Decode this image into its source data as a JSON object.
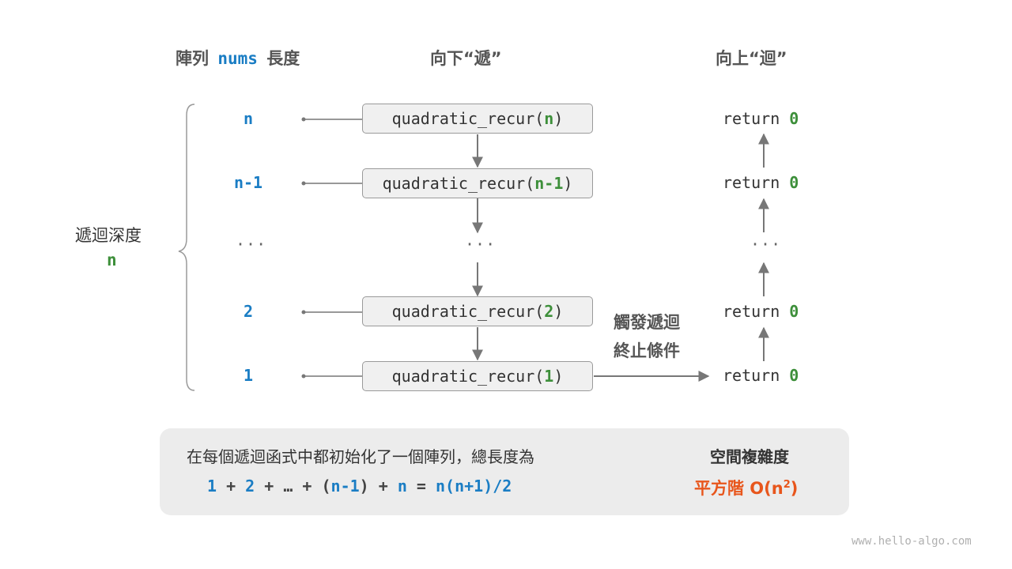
{
  "headers": {
    "array_prefix": "陣列",
    "array_var": "nums",
    "array_suffix": "長度",
    "down": "向下“遞”",
    "up": "向上“迴”"
  },
  "depth": {
    "label": "遞迴深度",
    "value": "n"
  },
  "levels": [
    {
      "param": "n",
      "call_prefix": "quadratic_recur(",
      "call_arg": "n",
      "call_suffix": ")",
      "ret_text": "return ",
      "ret_val": "0"
    },
    {
      "param": "n-1",
      "call_prefix": "quadratic_recur(",
      "call_arg": "n-1",
      "call_suffix": ")",
      "ret_text": "return ",
      "ret_val": "0"
    },
    {
      "param": "2",
      "call_prefix": "quadratic_recur(",
      "call_arg": "2",
      "call_suffix": ")",
      "ret_text": "return ",
      "ret_val": "0"
    },
    {
      "param": "1",
      "call_prefix": "quadratic_recur(",
      "call_arg": "1",
      "call_suffix": ")",
      "ret_text": "return ",
      "ret_val": "0"
    }
  ],
  "ellipsis": "···",
  "terminate": {
    "line1": "觸發遞迴",
    "line2": "終止條件"
  },
  "summary": {
    "text": "在每個遞迴函式中都初始化了一個陣列，總長度為",
    "f1": "1",
    "f_plus1": " + ",
    "f2": "2",
    "f_plus2": " + … + (",
    "f3": "n-1",
    "f_plus3": ") + ",
    "f4": "n",
    "f_eq": " = ",
    "f5": "n(n+1)/2"
  },
  "space": {
    "title": "空間複雜度",
    "value_prefix": "平方階 O(n",
    "value_sup": "2",
    "value_suffix": ")"
  },
  "watermark": "www.hello-algo.com",
  "colors": {
    "blue": "#1a7dc4",
    "green": "#3d8f3a",
    "orange": "#e8561c",
    "panel": "#ececec"
  }
}
